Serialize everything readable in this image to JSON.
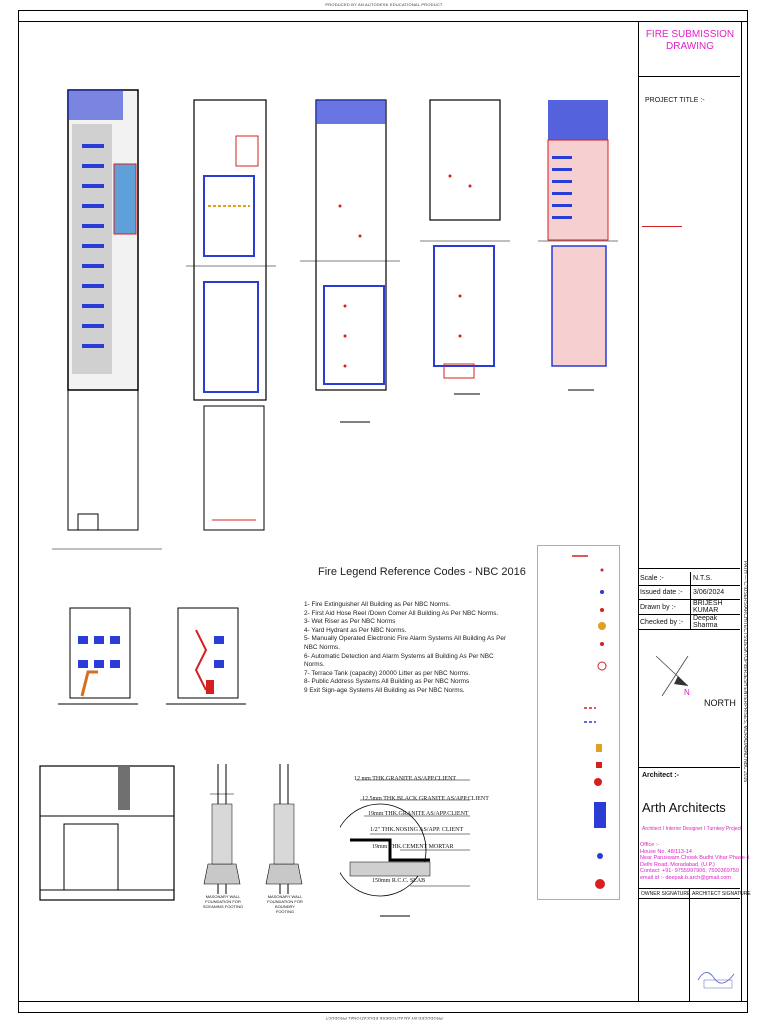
{
  "banner_top": "PRODUCED BY AN AUTODESK EDUCATIONAL PRODUCT",
  "banner_bottom": "PRODUCED BY AN AUTODESK EDUCATIONAL PRODUCT",
  "title_block": {
    "title_line1": "FIRE SUBMISSION",
    "title_line2": "DRAWING",
    "project_title_label": "PROJECT TITLE :-",
    "rows": [
      {
        "label": "Scale :-",
        "value": "N.T.S."
      },
      {
        "label": "Issued date :-",
        "value": "3/06/2024"
      },
      {
        "label": "Drawn by :-",
        "value": "BRIJESH KUMAR"
      },
      {
        "label": "Checked by :-",
        "value": "Deepak Sharma"
      }
    ],
    "north_label": "NORTH",
    "north_letter": "N",
    "architect_label": "Architect :-",
    "firm_name": "Arth Architects",
    "firm_tagline": "Architect I Interior Designer I Turnkey Project",
    "office_lines": [
      "Office :-",
      "House No. 48/113-14",
      "Near Paruswam Chowk Budhi Vihar Phase-1",
      "Delhi Road, Moradabad, (U.P.)",
      "Contact: +91- 9755997906, 7500369759",
      "email id :- deepak.b.arch@gmail.com"
    ],
    "owner_signature": "OWNER SIGNATURE",
    "architect_signature": "ARCHITECT SIGNATURE",
    "side_strip_text": "PATH --- C:\\USERS\\ARCHITECTS\\DESKTOP\\BIRJESH ENTERPRISES, MORADABAD NBC 2016"
  },
  "legend": {
    "title": "Fire Legend Reference Codes - NBC 2016",
    "items": [
      "1-   Fire Extinguisher All Building as Per NBC Norms.",
      "2-   First Aid Hose Reel /Down Comer All Building As Per NBC Norms.",
      "3-   Wet Riser as Per NBC Norms",
      "4-   Yard Hydrant as Per NBC Norms.",
      "5-   Manually Operated Electronic Fire Alarm Systems All Building As Per NBC Norms.",
      "6-   Automatic Detection and Alarm Systems all Building As Per NBC Norms.",
      "7-   Terrace Tank (capacity) 20000 Litter as per NBC Norms.",
      "8- Public Address Systems All Building as Per NBC Norms",
      "9 Exit Sign-age Systems All Building as Per NBC Norms."
    ]
  },
  "floor_detail": {
    "labels": [
      "12 mm THK.GRANITE AS/APP.CLIENT",
      "12.5mm THK.BLACK GRANITE AS/APP.CLIENT",
      "19mm THK.GRANITE AS/APP.CLIENT",
      "1/2\" THK.NOSING AS/APP. CLIENT",
      "19mm THK.CEMENT MORTAR",
      "150mm R.C.C. SLAB"
    ]
  },
  "wall_details": {
    "left_caption": [
      "MASONARY WALL",
      "FOUNDATION FOR",
      "SCEANING FOOTING"
    ],
    "right_caption": [
      "MASONARY WALL",
      "FOUNDATION FOR BOUNDRY",
      "FOOTING"
    ]
  },
  "colors": {
    "magenta": "#e020c8",
    "blue": "#2a3bd6",
    "red": "#d62020",
    "orange_box": "#f0a040"
  }
}
